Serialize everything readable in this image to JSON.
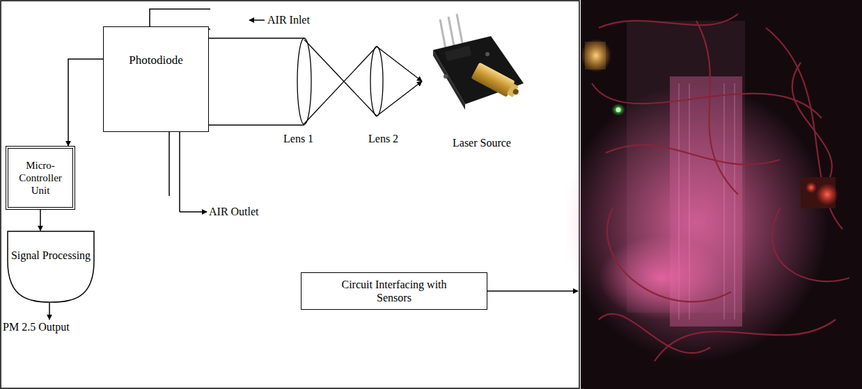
{
  "diagram": {
    "nodes": [
      {
        "text": [
          "Photodiode"
        ]
      },
      {
        "text": [
          "Micro-Controller Unit"
        ]
      },
      {
        "text": [
          "Signal Processing"
        ]
      },
      {
        "text": [
          "Circuit Interfacing with Sensors"
        ]
      }
    ],
    "edges": [
      {
        "from": 0,
        "to": 1,
        "arrow": "to"
      },
      {
        "from": 1,
        "to": 2,
        "arrow": "to"
      }
    ],
    "labels": [
      "AIR Inlet",
      "AIR Outlet",
      "Lens 1",
      "Lens 2",
      "Laser Source",
      "PM 2.5 Output"
    ]
  }
}
